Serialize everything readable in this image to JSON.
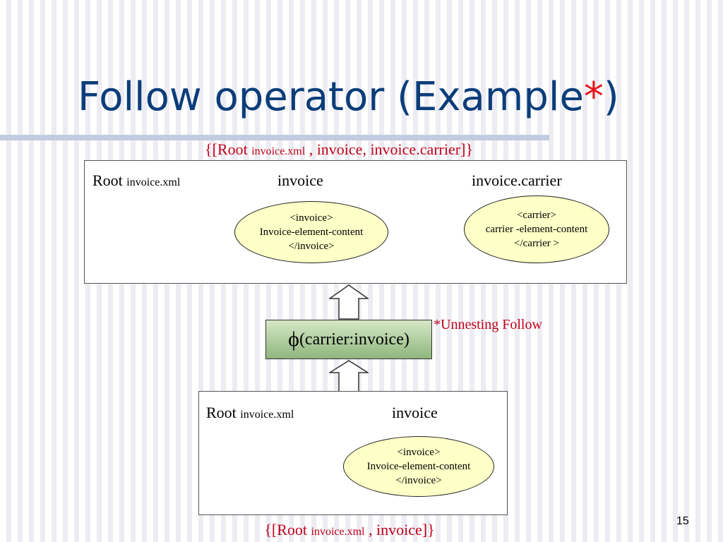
{
  "title": {
    "text": "Follow operator (Example",
    "star": "*",
    "close": ")"
  },
  "top_tuple": {
    "open": "{[Root",
    "doc": "invoice.xml",
    "rest": ", invoice, invoice.carrier]}"
  },
  "top_box": {
    "root_label": "Root",
    "root_doc": "invoice.xml",
    "col2_header": "invoice",
    "col3_header": "invoice.carrier",
    "invoice_oval": [
      "<invoice>",
      "Invoice-element-content",
      "</invoice>"
    ],
    "carrier_oval": [
      "<carrier>",
      "carrier -element-content",
      "</carrier >"
    ]
  },
  "operator": {
    "symbol": "ϕ",
    "label": "(carrier:invoice)"
  },
  "note": "*Unnesting Follow",
  "bottom_box": {
    "root_label": "Root",
    "root_doc": "invoice.xml",
    "col2_header": "invoice",
    "invoice_oval": [
      "<invoice>",
      "Invoice-element-content",
      "</invoice>"
    ]
  },
  "bottom_tuple": {
    "open": "{[Root",
    "doc": "invoice.xml",
    "rest": ", invoice]}"
  },
  "page_number": "15"
}
